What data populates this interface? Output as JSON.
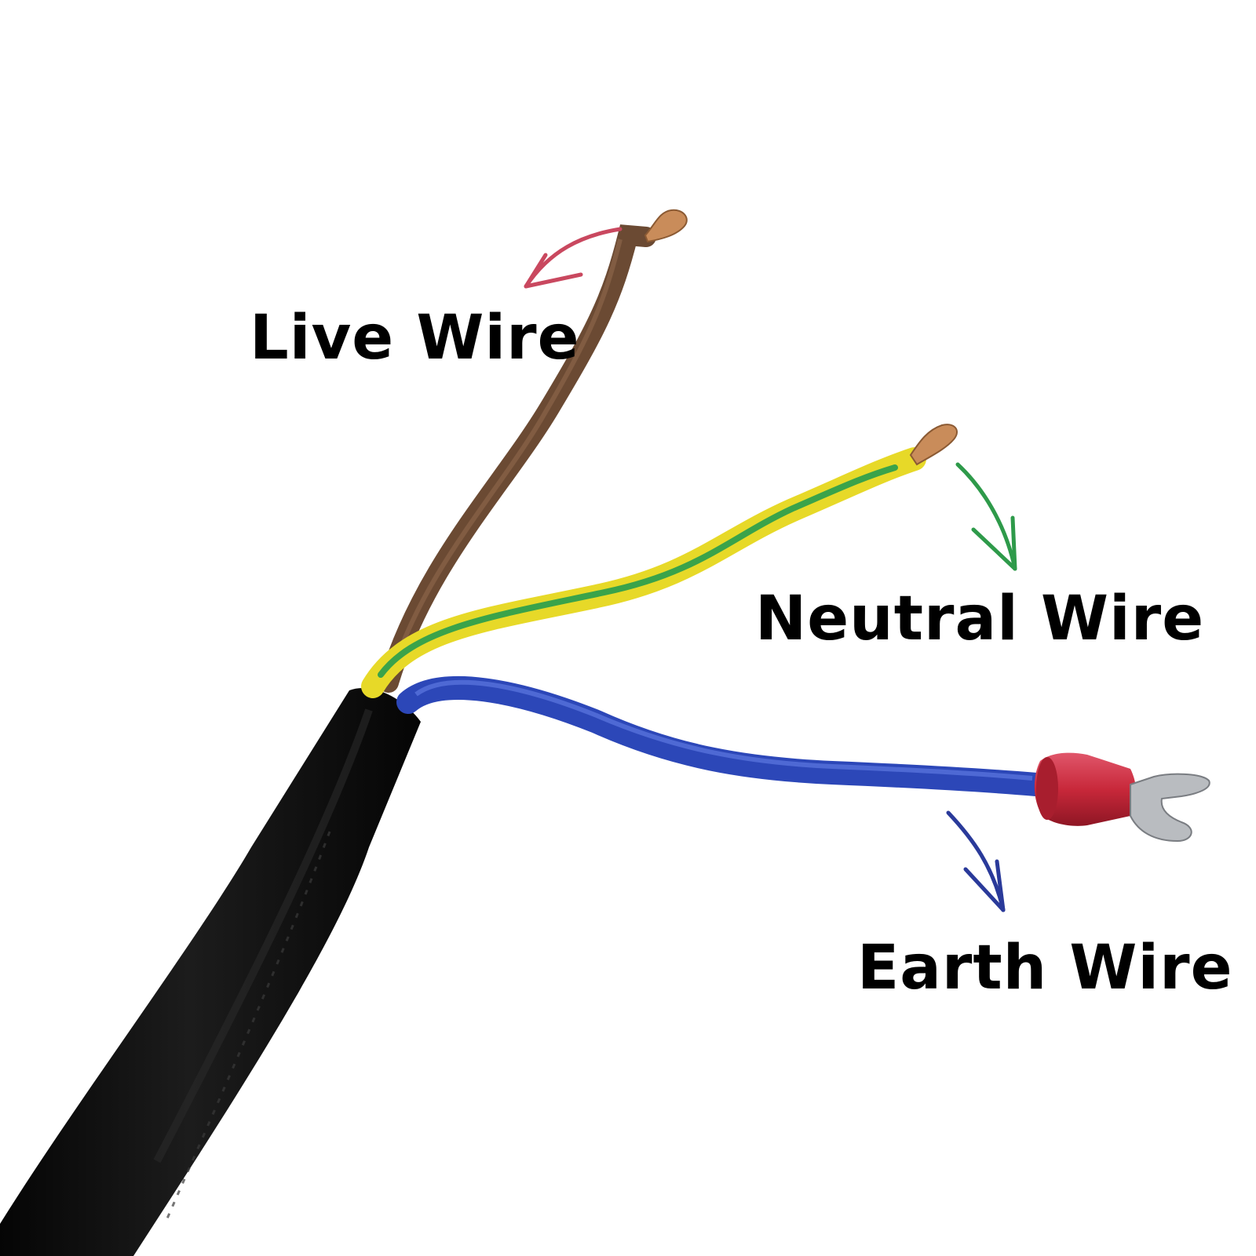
{
  "labels": {
    "live": "Live Wire",
    "neutral": "Neutral Wire",
    "earth": "Earth Wire"
  },
  "colors": {
    "background": "#ffffff",
    "label_text": "#000000",
    "live_arrow": "#c9485f",
    "neutral_arrow": "#2e9a4a",
    "earth_arrow": "#2a3a9a",
    "live_wire": "#6b4a33",
    "neutral_wire_yellow": "#e7d928",
    "neutral_wire_green": "#3aa34a",
    "earth_wire": "#2c47b8",
    "cable_sheath": "#0e0e0e",
    "copper": "#c98c5a",
    "crimp_terminal": "#c8283a",
    "spade_lug": "#b9bcc0"
  }
}
